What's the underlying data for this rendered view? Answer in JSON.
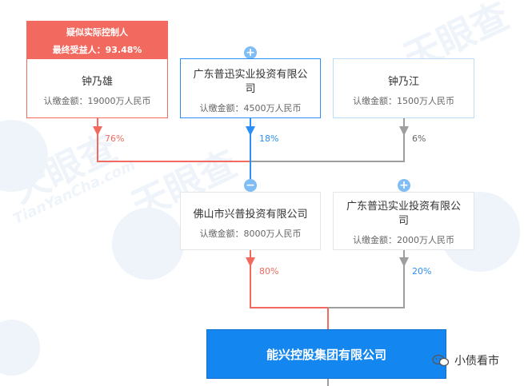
{
  "colors": {
    "red": "#f26a5f",
    "blue": "#2b8ff5",
    "gray": "#9e9e9e",
    "main": "#1486f0"
  },
  "badge": {
    "line1": "疑似实际控制人",
    "line2": "最终受益人：93.48%"
  },
  "top_nodes": [
    {
      "name": "钟乃雄",
      "amount": "认缴金额：19000万人民币",
      "pct": "76%"
    },
    {
      "name": "广东普迅实业投资有限公司",
      "amount": "认缴金额：4500万人民币",
      "pct": "18%"
    },
    {
      "name": "钟乃江",
      "amount": "认缴金额：1500万人民币",
      "pct": "6%"
    }
  ],
  "mid_nodes": [
    {
      "name": "佛山市兴普投资有限公司",
      "amount": "认缴金额：8000万人民币",
      "pct": "80%"
    },
    {
      "name": "广东普迅实业投资有限公司",
      "amount": "认缴金额：2000万人民币",
      "pct": "20%"
    }
  ],
  "buttons": {
    "expand": "+",
    "collapse": "−"
  },
  "main_company": "能兴控股集团有限公司",
  "wechat_label": "小债看市",
  "watermark": {
    "brand": "天眼查",
    "domain": "TianYanCha.com"
  }
}
